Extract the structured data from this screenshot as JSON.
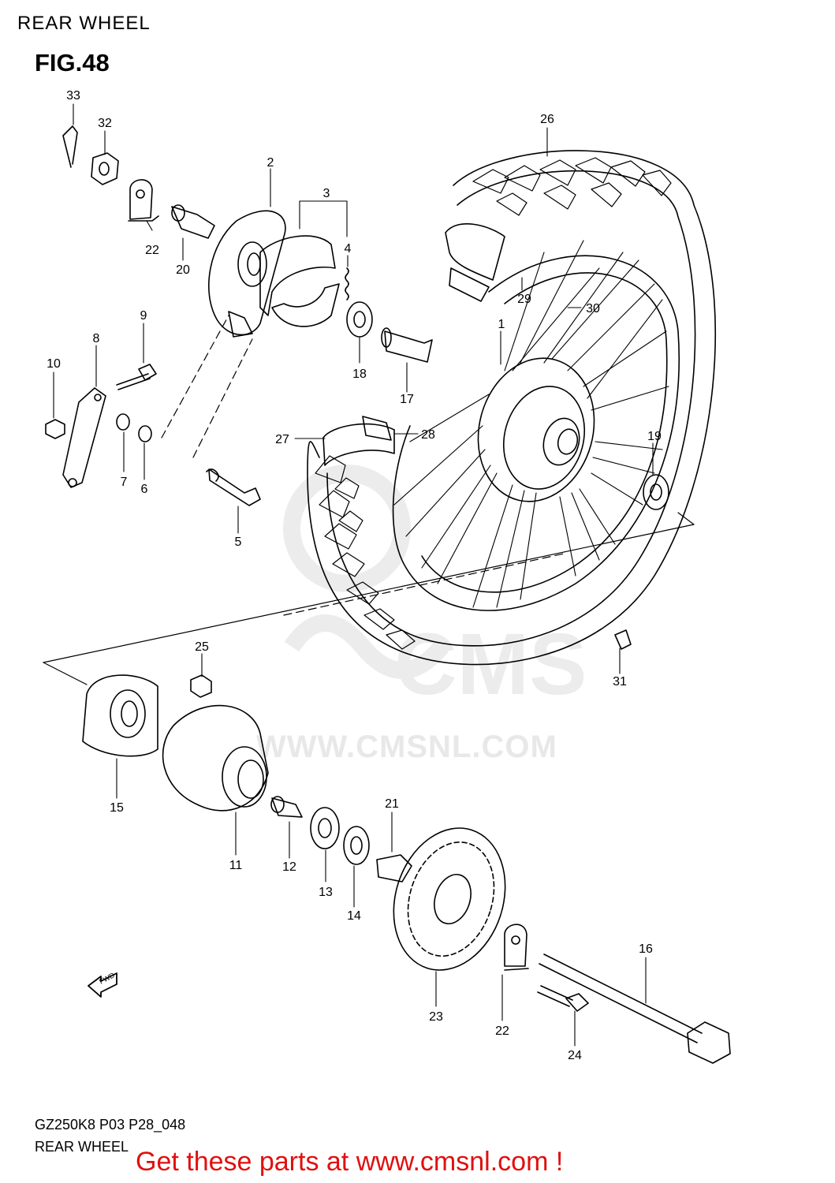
{
  "header": {
    "title": "REAR WHEEL",
    "figure": "FIG.48"
  },
  "watermark": {
    "text": "WWW.CMSNL.COM",
    "logo_text": "CMS"
  },
  "parts": [
    {
      "n": "1"
    },
    {
      "n": "2"
    },
    {
      "n": "3"
    },
    {
      "n": "4"
    },
    {
      "n": "5"
    },
    {
      "n": "6"
    },
    {
      "n": "7"
    },
    {
      "n": "8"
    },
    {
      "n": "9"
    },
    {
      "n": "10"
    },
    {
      "n": "11"
    },
    {
      "n": "12"
    },
    {
      "n": "13"
    },
    {
      "n": "14"
    },
    {
      "n": "15"
    },
    {
      "n": "16"
    },
    {
      "n": "17"
    },
    {
      "n": "18"
    },
    {
      "n": "19"
    },
    {
      "n": "20"
    },
    {
      "n": "21"
    },
    {
      "n": "22"
    },
    {
      "n": "22"
    },
    {
      "n": "23"
    },
    {
      "n": "24"
    },
    {
      "n": "25"
    },
    {
      "n": "26"
    },
    {
      "n": "27"
    },
    {
      "n": "28"
    },
    {
      "n": "29"
    },
    {
      "n": "30"
    },
    {
      "n": "31"
    },
    {
      "n": "32"
    },
    {
      "n": "33"
    }
  ],
  "fwd_label": "FWD",
  "footer": {
    "code": "GZ250K8 P03 P28_048",
    "caption": "REAR WHEEL",
    "promo": "Get these parts at www.cmsnl.com !"
  },
  "colors": {
    "promo": "#e01010",
    "ink": "#000000",
    "watermark": "#e8e8e8"
  }
}
